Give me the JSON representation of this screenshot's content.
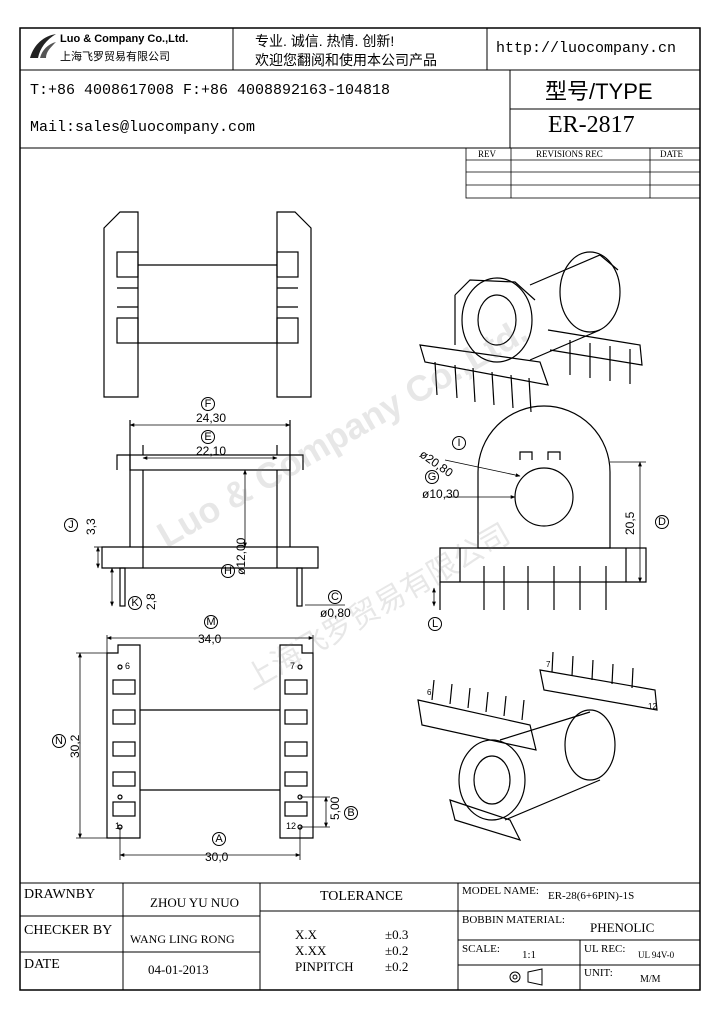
{
  "header": {
    "company_name": "Luo & Company Co.,Ltd.",
    "company_cn": "上海飞罗贸易有限公司",
    "slogan": "专业. 诚信.  热情.  创新!",
    "welcome": "欢迎您翻阅和使用本公司产品",
    "website": "http://luocompany.cn",
    "phone": "T:+86 4008617008 F:+86 4008892163-104818",
    "mail": "Mail:sales@luocompany.com",
    "type_label": "型号/TYPE",
    "type_value": "ER-2817"
  },
  "revisions": {
    "headers": [
      "REV",
      "REVISIONS REC",
      "DATE"
    ]
  },
  "drawing": {
    "labels": {
      "F": "F",
      "E": "E",
      "H": "H",
      "J": "J",
      "K": "K",
      "C": "C",
      "I": "I",
      "G": "G",
      "D": "D",
      "L": "L",
      "M": "M",
      "N": "N",
      "B": "B",
      "A": "A"
    },
    "dims": {
      "F": "24,30",
      "E": "22,10",
      "H": "ø12,00",
      "J": "3,3",
      "K": "2,8",
      "C": "ø0,80",
      "I": "ø20,80",
      "G": "ø10,30",
      "D": "20,5",
      "M": "34,0",
      "N": "30,2",
      "B": "5,00",
      "A": "30,0"
    },
    "pins": {
      "p6": "6",
      "p7": "7",
      "p1": "1",
      "p12": "12"
    },
    "iso_pins": {
      "p6": "6",
      "p7": "7",
      "p12": "12"
    },
    "watermark": "Luo & Company Co.,Ltd.",
    "watermark_cn": "上海飞罗贸易有限公司"
  },
  "title_block": {
    "drawnby_label": "DRAWNBY",
    "drawnby_value": "ZHOU YU NUO",
    "checker_label": "CHECKER BY",
    "checker_value": "WANG LING RONG",
    "date_label": "DATE",
    "date_value": "04-01-2013",
    "tolerance_label": "TOLERANCE",
    "tol1_label": "X.X",
    "tol1_value": "±0.3",
    "tol2_label": "X.XX",
    "tol2_value": "±0.2",
    "tol3_label": "PINPITCH",
    "tol3_value": "±0.2",
    "model_label": "MODEL NAME:",
    "model_value": "ER-28(6+6PIN)-1S",
    "bobbin_label": "BOBBIN MATERIAL:",
    "bobbin_value": "PHENOLIC",
    "scale_label": "SCALE:",
    "scale_value": "1:1",
    "ul_label": "UL REC:",
    "ul_value": "UL 94V-0",
    "unit_label": "UNIT:",
    "unit_value": "M/M"
  }
}
